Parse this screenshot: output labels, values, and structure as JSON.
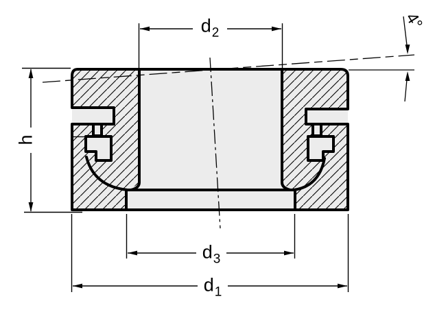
{
  "colors": {
    "line": "#000000",
    "material_fill": "#ececec",
    "background": "#ffffff"
  },
  "drawing": {
    "dimensions": {
      "d2": {
        "base": "d",
        "sub": "2"
      },
      "h": {
        "base": "h",
        "sub": ""
      },
      "angle": {
        "base": "4°",
        "sub": ""
      },
      "d3": {
        "base": "d",
        "sub": "3"
      },
      "d1": {
        "base": "d",
        "sub": "1"
      }
    }
  }
}
